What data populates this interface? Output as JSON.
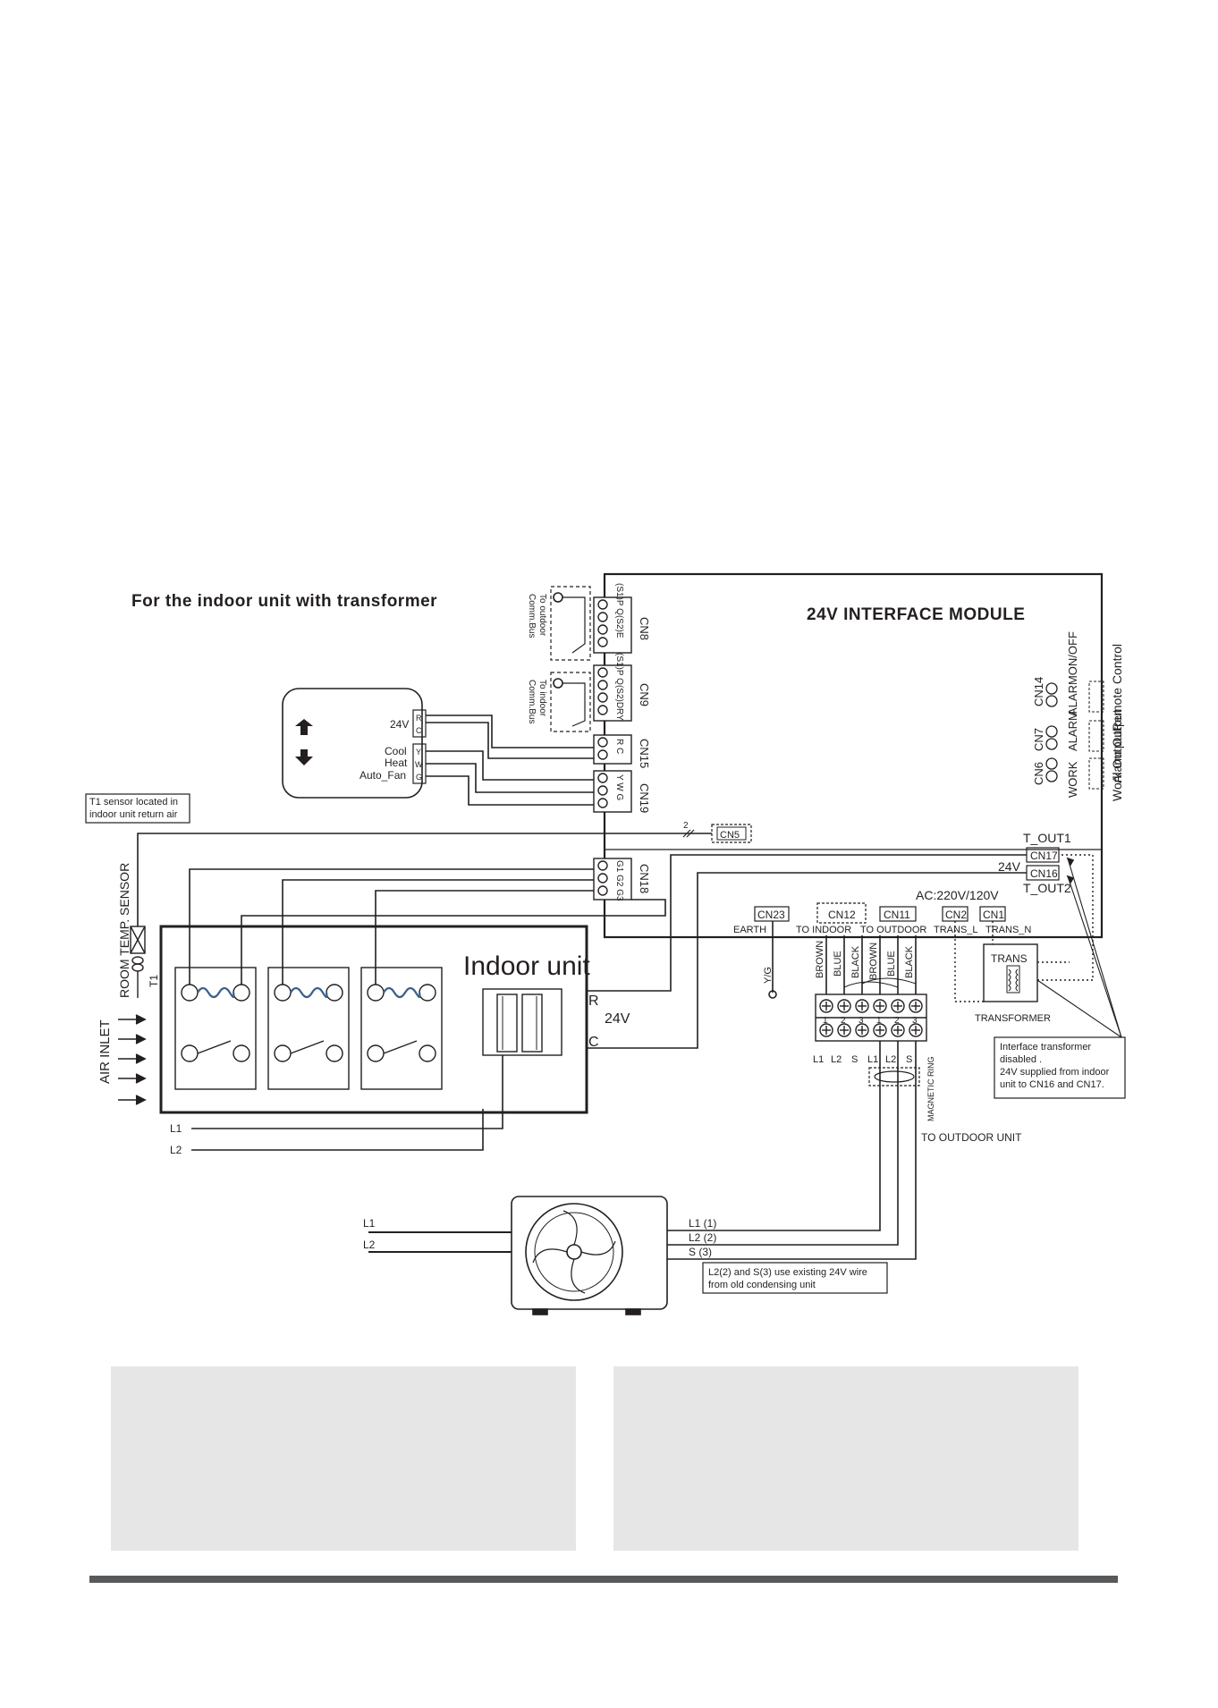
{
  "title": "For the indoor unit with transformer",
  "module": {
    "name": "24V INTERFACE MODULE",
    "cn8": "CN8",
    "cn8_pins": "(S1)P Q(S2)E",
    "cn9": "CN9",
    "cn9_pins": "(S1)P Q(S2)DRY",
    "cn15": "CN15",
    "cn15_pins": "R  C",
    "cn19": "CN19",
    "cn19_pins": "Y  W  G",
    "cn18": "CN18",
    "cn18_pins": "G1 G2 G3",
    "cn14": "CN14",
    "cn7": "CN7",
    "cn6": "CN6",
    "alarm_on_off": "ALARMON/OFF",
    "alarm": "ALARM",
    "work": "WORK",
    "remote_control": "Remote Control",
    "alarm_output": "Alarm Output",
    "work_output": "Work Output",
    "t_out1": "T_OUT1",
    "cn17": "CN17",
    "v24": "24V",
    "cn16": "CN16",
    "t_out2": "T_OUT2",
    "ac": "AC:220V/120V",
    "cn23": "CN23",
    "cn12": "CN12",
    "cn11": "CN11",
    "cn2": "CN2",
    "cn1": "CN1",
    "earth": "EARTH",
    "to_indoor": "TO INDOOR",
    "to_outdoor": "TO OUTDOOR",
    "trans_l": "TRANS_L",
    "trans_n": "TRANS_N",
    "cn5": "CN5",
    "cn5_count": "2"
  },
  "comm_outdoor": [
    "To outdoor",
    "Comm.Bus"
  ],
  "comm_indoor": [
    "To indoor",
    "Comm.Bus"
  ],
  "thermostat": {
    "v24": "24V",
    "r": "R",
    "c": "C",
    "cool": "Cool",
    "heat": "Heat",
    "auto_fan": "Auto_Fan",
    "y": "Y",
    "w": "W",
    "g": "G"
  },
  "t1_note": [
    "T1 sensor located in",
    "indoor unit return air"
  ],
  "room_temp_sensor": "ROOM TEMP. SENSOR",
  "t1": "T1",
  "air_inlet": "AIR INLET",
  "indoor_unit": "Indoor unit",
  "indoor_r": "R",
  "indoor_24v": "24V",
  "indoor_c": "C",
  "indoor_l1": "L1",
  "indoor_l2": "L2",
  "yg": "Y/G",
  "wire_colors_indoor": [
    "BROWN",
    "BLUE",
    "BLACK"
  ],
  "wire_colors_outdoor": [
    "BROWN",
    "BLUE",
    "BLACK"
  ],
  "terminal_numbers": [
    "1",
    "2",
    "3",
    "1",
    "2",
    "3"
  ],
  "terminal_labels": [
    "L1",
    "L2",
    "S",
    "L1",
    "L2",
    "S"
  ],
  "magnetic_ring": "MAGNETIC RING",
  "trans": "TRANS",
  "transformer": "TRANSFORMER",
  "transformer_note": [
    "Interface transformer",
    "disabled .",
    "24V supplied from indoor",
    "unit to CN16 and CN17."
  ],
  "to_outdoor_unit": "TO OUTDOOR UNIT",
  "outdoor": {
    "l1": "L1",
    "l2": "L2",
    "l1_1": "L1 (1)",
    "l2_2": "L2 (2)",
    "s_3": "S   (3)"
  },
  "outdoor_note": [
    "L2(2) and S(3) use existing 24V wire",
    "from old condensing unit"
  ],
  "colors": {
    "line": "#231f20",
    "panel": "#e6e6e6",
    "rule": "#58595b",
    "coil": "#3b5f8a"
  }
}
